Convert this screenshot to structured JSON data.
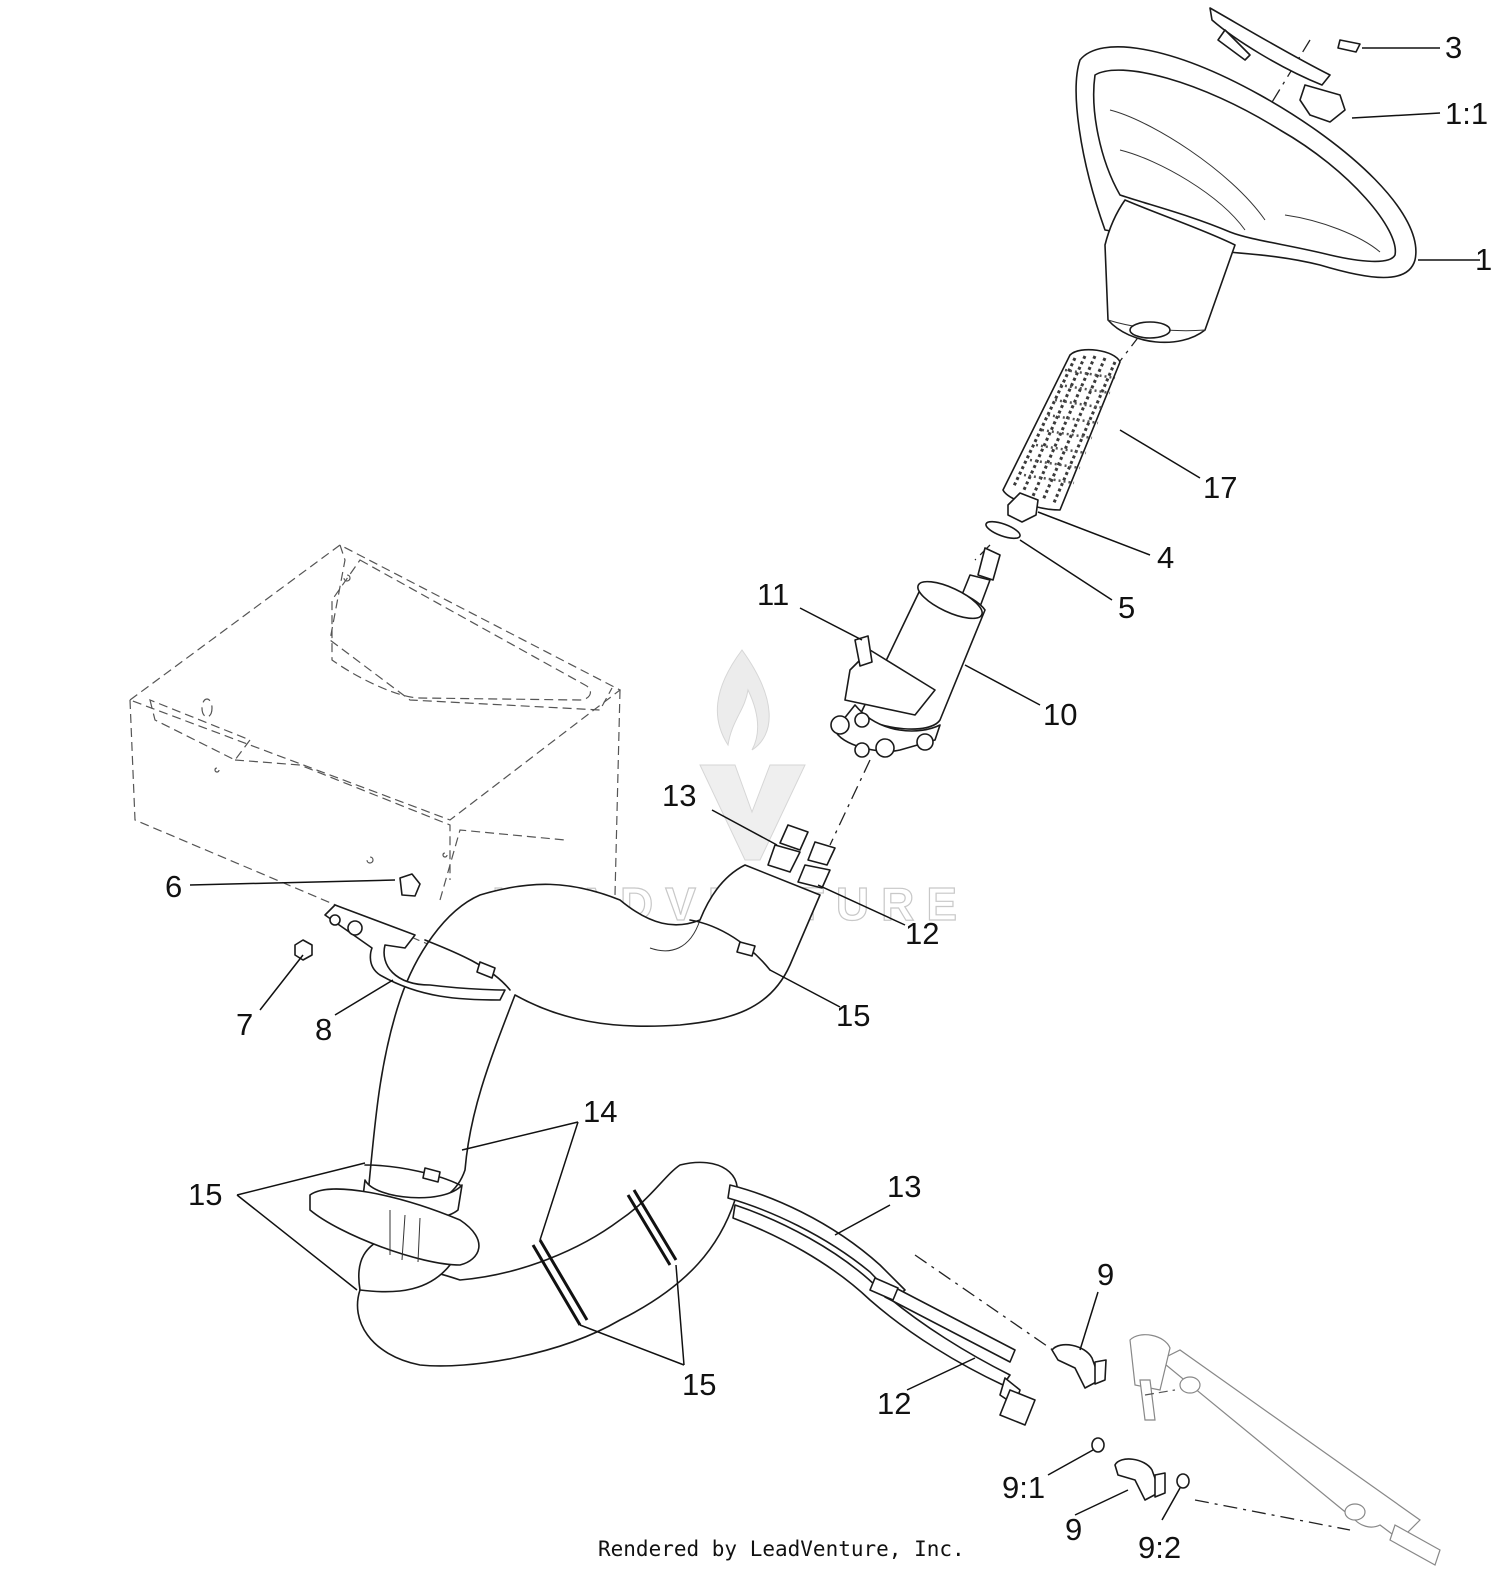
{
  "diagram": {
    "callouts": {
      "c3": "3",
      "c1_1": "1:1",
      "c1": "1",
      "c17": "17",
      "c4": "4",
      "c5": "5",
      "c11": "11",
      "c10": "10",
      "c13a": "13",
      "c12a": "12",
      "c6": "6",
      "c7": "7",
      "c8": "8",
      "c15a": "15",
      "c14": "14",
      "c15b": "15",
      "c13b": "13",
      "c9a": "9",
      "c15c": "15",
      "c12b": "12",
      "c9_1": "9:1",
      "c9b": "9",
      "c9_2": "9:2"
    },
    "watermark": "LEADVENTURE",
    "footer": "Rendered by LeadVenture, Inc."
  }
}
